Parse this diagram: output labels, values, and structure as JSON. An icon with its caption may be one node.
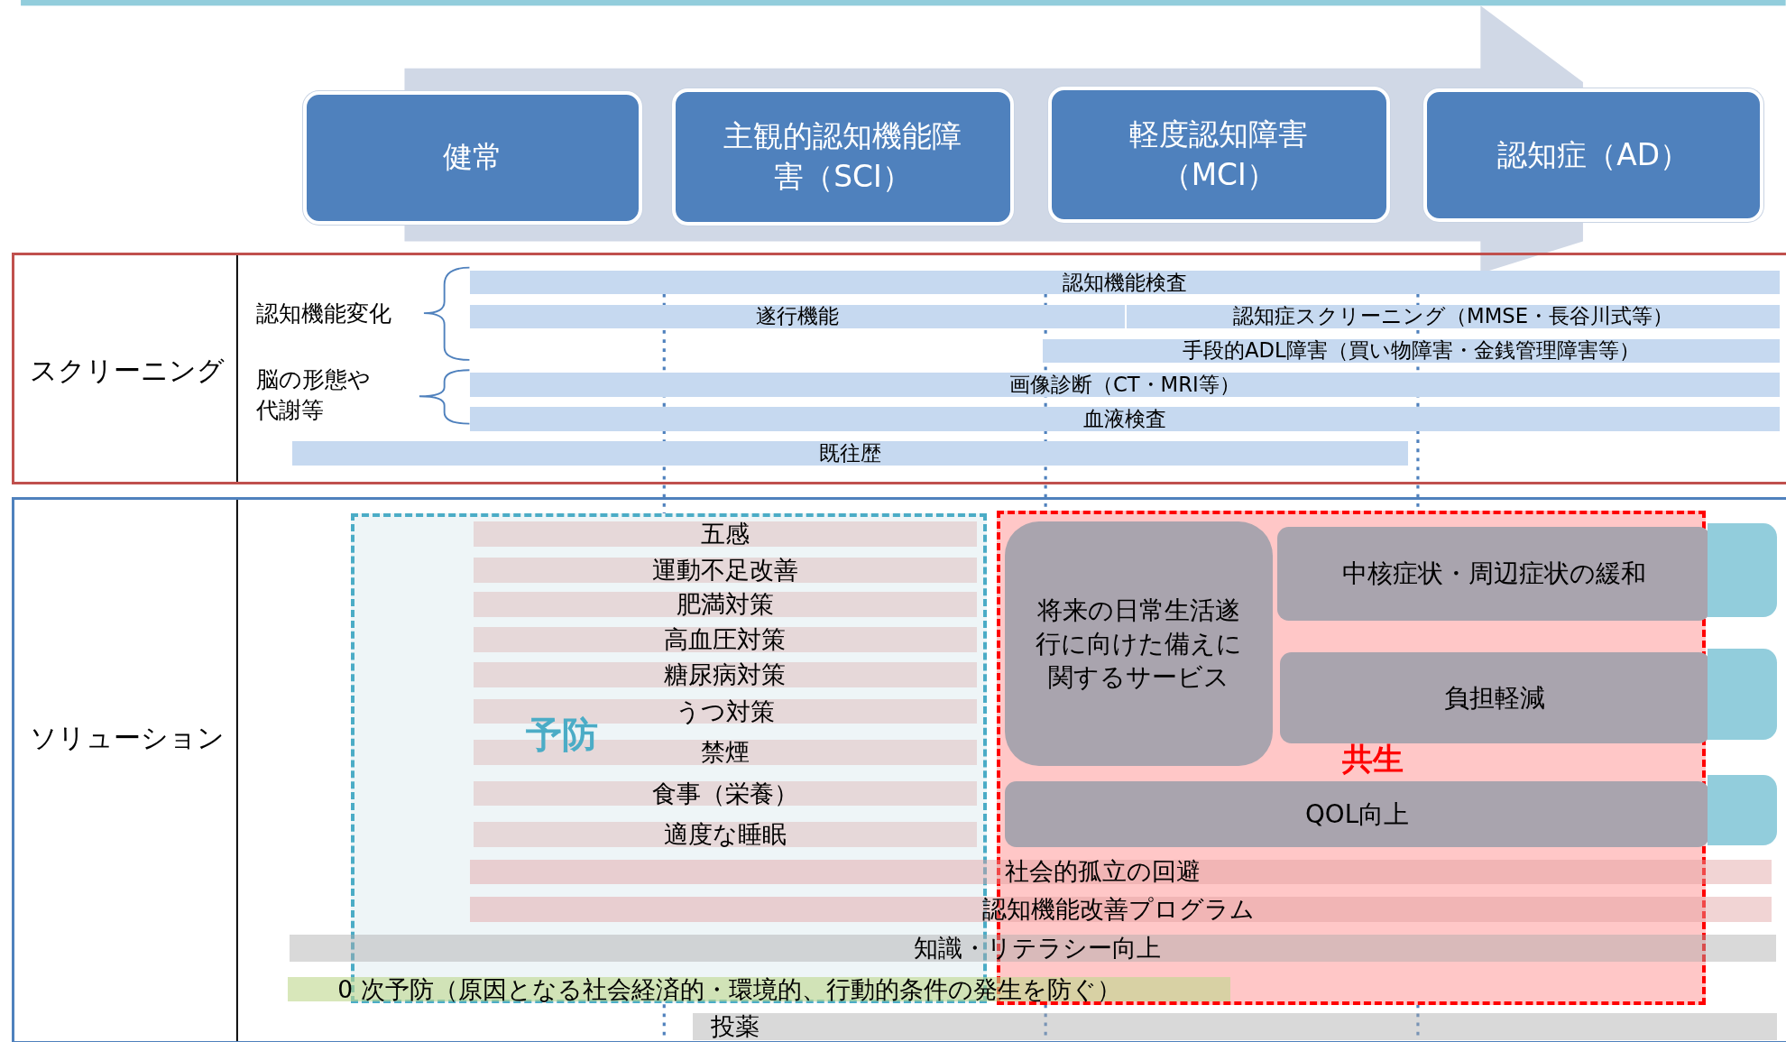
{
  "diagram": {
    "nodes": [
      {
        "text": [
          "健常"
        ]
      },
      {
        "text": [
          "主観的認知機能障害（SCI）"
        ]
      },
      {
        "text": [
          "軽度認知障害（MCI）"
        ]
      },
      {
        "text": [
          "認知症（AD）"
        ]
      },
      {
        "text": [
          "スクリーニング"
        ]
      },
      {
        "text": [
          "認知機能検査"
        ],
        "in": 4
      },
      {
        "text": [
          "遂行機能"
        ],
        "in": 4
      },
      {
        "text": [
          "認知症スクリーニング（MMSE・長谷川式等）"
        ],
        "in": 4
      },
      {
        "text": [
          "手段的ADL障害（買い物障害・金銭管理障害等）"
        ],
        "in": 4
      },
      {
        "text": [
          "画像診断（CT・MRI等）"
        ],
        "in": 4
      },
      {
        "text": [
          "血液検査"
        ],
        "in": 4
      },
      {
        "text": [
          "既往歴"
        ],
        "in": 4
      },
      {
        "text": [
          "ソリューション"
        ]
      },
      {
        "text": [
          "予防"
        ],
        "in": 12
      },
      {
        "text": [
          "五感"
        ],
        "in": 13
      },
      {
        "text": [
          "運動不足改善"
        ],
        "in": 13
      },
      {
        "text": [
          "肥満対策"
        ],
        "in": 13
      },
      {
        "text": [
          "高血圧対策"
        ],
        "in": 13
      },
      {
        "text": [
          "糖尿病対策"
        ],
        "in": 13
      },
      {
        "text": [
          "うつ対策"
        ],
        "in": 13
      },
      {
        "text": [
          "禁煙"
        ],
        "in": 13
      },
      {
        "text": [
          "食事（栄養）"
        ],
        "in": 13
      },
      {
        "text": [
          "適度な睡眠"
        ],
        "in": 13
      },
      {
        "text": [
          "共生"
        ],
        "in": 12
      },
      {
        "text": [
          "将来の日常生活遂行に向けた備えに関するサービス"
        ],
        "in": 23
      },
      {
        "text": [
          "中核症状・周辺症状の緩和"
        ],
        "in": 23
      },
      {
        "text": [
          "負担軽減"
        ],
        "in": 23
      },
      {
        "text": [
          "QOL向上"
        ],
        "in": 23
      },
      {
        "text": [
          "社会的孤立の回避"
        ],
        "in": 12
      },
      {
        "text": [
          "認知機能改善プログラム"
        ],
        "in": 12
      },
      {
        "text": [
          "知識・リテラシー向上"
        ],
        "in": 12
      },
      {
        "text": [
          "0 次予防（原因となる社会経済的・環境的、行動的条件の発生を防ぐ）"
        ],
        "in": 12
      },
      {
        "text": [
          "投薬"
        ],
        "in": 12
      },
      {
        "text": [],
        "shape": "bar",
        "in": 12
      },
      {
        "text": [],
        "shape": "bar",
        "in": 12
      },
      {
        "text": [],
        "shape": "bar",
        "in": 12
      }
    ],
    "labels": [
      "認知機能変化",
      "脳の形態や代謝等"
    ]
  }
}
